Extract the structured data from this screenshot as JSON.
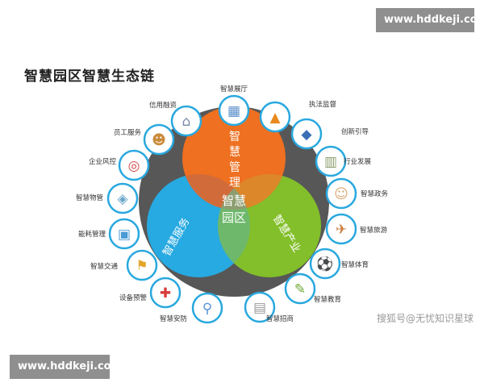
{
  "watermark": "www.hddkeji.com",
  "title": "智慧园区智慧生态链",
  "credit": "搜狐号@无忧知识星球",
  "center": {
    "line1": "智慧",
    "line2": "园区"
  },
  "segments": {
    "management": [
      "智",
      "慧",
      "管",
      "理"
    ],
    "service": "智慧服务",
    "industry": "智慧产业"
  },
  "colors": {
    "management": "#ee7020",
    "service": "#27a9e1",
    "industry": "#82bf2a",
    "ring": "#575757"
  },
  "modules": [
    {
      "label": "智慧展厅",
      "icon": "exhibition-hall-icon"
    },
    {
      "label": "执法监督",
      "icon": "traffic-cone-icon"
    },
    {
      "label": "创新引导",
      "icon": "car-icon"
    },
    {
      "label": "行业发展",
      "icon": "factory-icon"
    },
    {
      "label": "智慧政务",
      "icon": "officer-icon"
    },
    {
      "label": "智慧旅游",
      "icon": "travel-icon"
    },
    {
      "label": "智慧体育",
      "icon": "sports-icon"
    },
    {
      "label": "智慧教育",
      "icon": "education-icon"
    },
    {
      "label": "智慧招商",
      "icon": "document-icon"
    },
    {
      "label": "智慧安防",
      "icon": "magnifier-icon"
    },
    {
      "label": "设备预警",
      "icon": "first-aid-icon"
    },
    {
      "label": "智慧交通",
      "icon": "road-sign-icon"
    },
    {
      "label": "能耗管理",
      "icon": "clipboard-icon"
    },
    {
      "label": "智慧物管",
      "icon": "map-icon"
    },
    {
      "label": "企业风控",
      "icon": "target-icon"
    },
    {
      "label": "员工服务",
      "icon": "people-icon"
    },
    {
      "label": "信用融资",
      "icon": "bank-icon"
    }
  ]
}
